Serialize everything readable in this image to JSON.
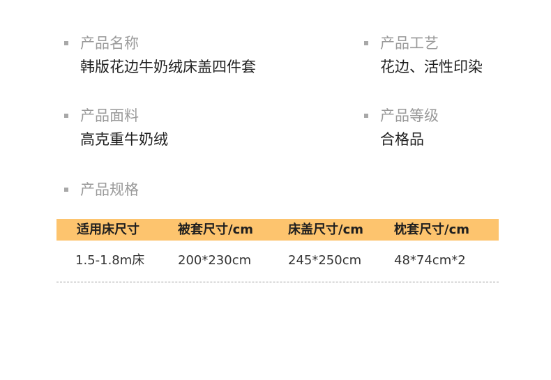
{
  "fields": {
    "name": {
      "label": "产品名称",
      "value": "韩版花边牛奶绒床盖四件套"
    },
    "craft": {
      "label": "产品工艺",
      "value": "花边、活性印染"
    },
    "fabric": {
      "label": "产品面料",
      "value": "高克重牛奶绒"
    },
    "grade": {
      "label": "产品等级",
      "value": "合格品"
    },
    "spec": {
      "label": "产品规格"
    }
  },
  "spec_table": {
    "headers": [
      "适用床尺寸",
      "被套尺寸/cm",
      "床盖尺寸/cm",
      "枕套尺寸/cm"
    ],
    "rows": [
      [
        "1.5-1.8m床",
        "200*230cm",
        "245*250cm",
        "48*74cm*2"
      ]
    ]
  },
  "colors": {
    "header_background": "#fdc46e",
    "label_text": "#9a9a9a",
    "bullet": "#a8a8a8",
    "value_text": "#1f1f1f"
  }
}
